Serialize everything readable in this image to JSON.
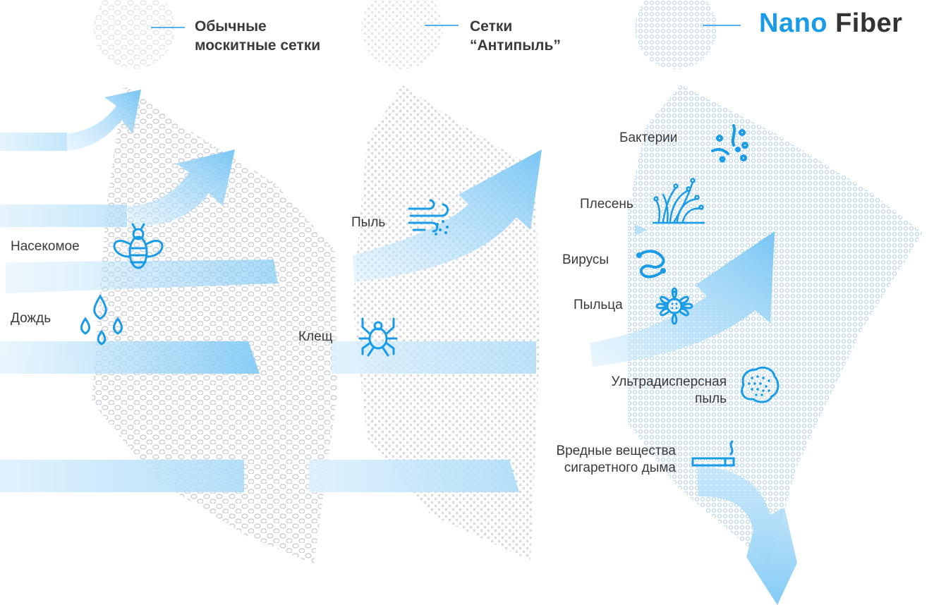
{
  "legend": {
    "regular": "Обычные\nмоскитные сетки",
    "antidust": "Сетки\n“Антипыль”"
  },
  "brand": {
    "part1": "Nano",
    "part2": "Fiber"
  },
  "labels": {
    "insect": "Насекомое",
    "rain": "Дождь",
    "dust": "Пыль",
    "mite": "Клещ",
    "bacteria": "Бактерии",
    "mold": "Плесень",
    "viruses": "Вирусы",
    "pollen": "Пыльца",
    "ultrafine_dust": "Ультрадисперсная\nпыль",
    "smoke": "Вредные вещества\nсигаретного дыма"
  },
  "colors": {
    "accent": "#1a9be8",
    "arrow": "#7cc8f5",
    "mesh": "#c9ccd2",
    "text": "#3a3a3a"
  },
  "icons": [
    "bee-icon",
    "rain-drops-icon",
    "wind-dust-icon",
    "mite-icon",
    "bacteria-icon",
    "mold-icon",
    "virus-icon",
    "pollen-flower-icon",
    "ultrafine-dust-icon",
    "cigarette-icon"
  ]
}
